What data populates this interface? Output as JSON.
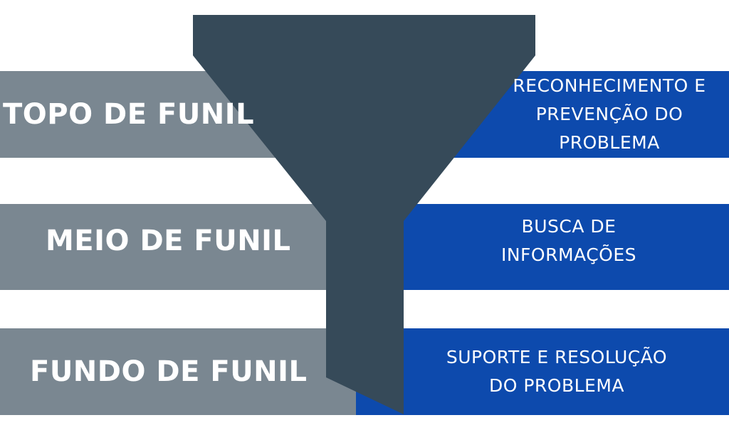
{
  "colors": {
    "left_band": "#7a8791",
    "right_band": "#0d4aad",
    "funnel": "#364a59",
    "text": "#ffffff",
    "background": "#ffffff"
  },
  "stages": [
    {
      "label": "TOPO DE FUNIL",
      "description_lines": [
        "RECONHECIMENTO E",
        "PREVENÇÃO DO",
        "PROBLEMA"
      ]
    },
    {
      "label": "MEIO DE FUNIL",
      "description_lines": [
        "BUSCA DE",
        "INFORMAÇÕES"
      ]
    },
    {
      "label": "FUNDO DE FUNIL",
      "description_lines": [
        "SUPORTE E RESOLUÇÃO",
        "DO PROBLEMA"
      ]
    }
  ]
}
